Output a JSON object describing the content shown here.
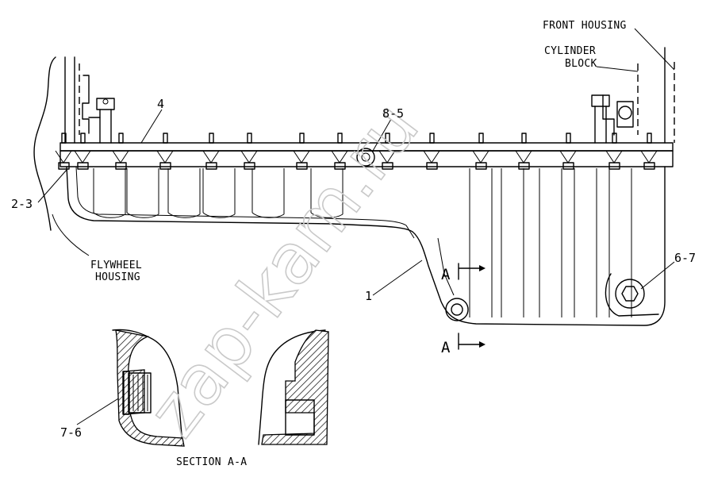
{
  "labels": {
    "front_housing": "FRONT HOUSING",
    "cylinder_block_line1": "CYLINDER",
    "cylinder_block_line2": "BLOCK",
    "flywheel_housing_line1": "FLYWHEEL",
    "flywheel_housing_line2": "HOUSING",
    "section": "SECTION A-A",
    "section_marker_top": "A",
    "section_marker_bottom": "A"
  },
  "callouts": {
    "c4": "4",
    "c8_5": "8-5",
    "c2_3": "2-3",
    "c1": "1",
    "c6_7": "6-7",
    "c7_6": "7-6"
  },
  "watermark": "zap-kam.ru"
}
